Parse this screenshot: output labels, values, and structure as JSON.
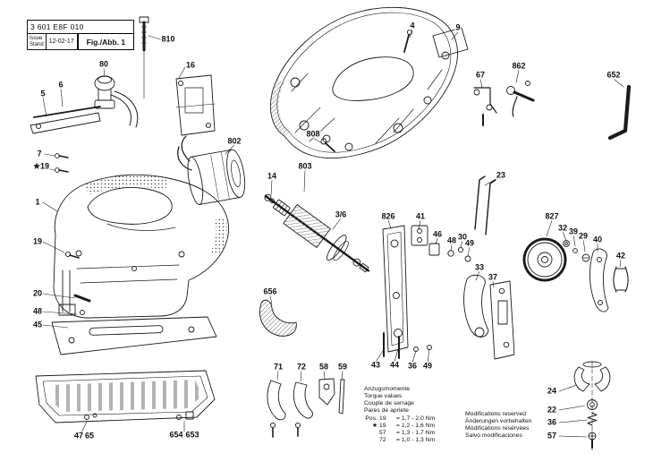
{
  "header": {
    "doc_number": "3 601 E8F 010",
    "issue_label": "Issue",
    "stand_label": "Stand",
    "date": "12-02-17",
    "figure_label": "Fig./Abb. 1"
  },
  "torque": {
    "heading": [
      "Anzugsmomente",
      "Torque values",
      "Couple de serrage",
      "Pares de apriete"
    ],
    "rows": [
      {
        "pre": "Pos.",
        "pos": "19",
        "val": "= 1,7 - 2,0 Nm"
      },
      {
        "pre": "★",
        "pos": "19",
        "val": "= 1,2 - 1,6 Nm"
      },
      {
        "pre": "",
        "pos": "57",
        "val": "= 1,3 - 1,7 Nm"
      },
      {
        "pre": "",
        "pos": "72",
        "val": "= 1,0 - 1,3 Nm"
      }
    ]
  },
  "modifications": {
    "lines": [
      "Modifications reserved",
      "Änderungen vorbehalten",
      "Modifications resérvées",
      "Salvo modificaciones"
    ]
  },
  "colors": {
    "line": "#1a1a1a",
    "background": "#ffffff"
  },
  "parts": {
    "p810": {
      "label": "810"
    },
    "p4": {
      "label": "4"
    },
    "p9": {
      "label": "9"
    },
    "p652": {
      "label": "652"
    },
    "p862": {
      "label": "862"
    },
    "p67": {
      "label": "67"
    },
    "p80": {
      "label": "80"
    },
    "p16": {
      "label": "16"
    },
    "p5": {
      "label": "5"
    },
    "p6": {
      "label": "6"
    },
    "p802": {
      "label": "802"
    },
    "p808": {
      "label": "808"
    },
    "p7": {
      "label": "7"
    },
    "p19s": {
      "label": "★19"
    },
    "p1": {
      "label": "1"
    },
    "p14": {
      "label": "14"
    },
    "p803": {
      "label": "803"
    },
    "p3_6": {
      "label": "3/6"
    },
    "p826": {
      "label": "826"
    },
    "p41": {
      "label": "41"
    },
    "p46": {
      "label": "46"
    },
    "p23": {
      "label": "23"
    },
    "p827": {
      "label": "827"
    },
    "p32": {
      "label": "32"
    },
    "p39": {
      "label": "39"
    },
    "p29": {
      "label": "29"
    },
    "p40": {
      "label": "40"
    },
    "p42": {
      "label": "42"
    },
    "p19": {
      "label": "19"
    },
    "p20": {
      "label": "20"
    },
    "p48a": {
      "label": "48"
    },
    "p45": {
      "label": "45"
    },
    "p656": {
      "label": "656"
    },
    "p48b": {
      "label": "48"
    },
    "p30": {
      "label": "30"
    },
    "p49a": {
      "label": "49"
    },
    "p33": {
      "label": "33"
    },
    "p37": {
      "label": "37"
    },
    "p71": {
      "label": "71"
    },
    "p72": {
      "label": "72"
    },
    "p58": {
      "label": "58"
    },
    "p59": {
      "label": "59"
    },
    "p43": {
      "label": "43"
    },
    "p44": {
      "label": "44"
    },
    "p36a": {
      "label": "36"
    },
    "p49b": {
      "label": "49"
    },
    "p47": {
      "label": "47"
    },
    "p65": {
      "label": "65"
    },
    "p654": {
      "label": "654"
    },
    "p653": {
      "label": "653"
    },
    "p24": {
      "label": "24"
    },
    "p22": {
      "label": "22"
    },
    "p36b": {
      "label": "36"
    },
    "p57": {
      "label": "57"
    }
  }
}
